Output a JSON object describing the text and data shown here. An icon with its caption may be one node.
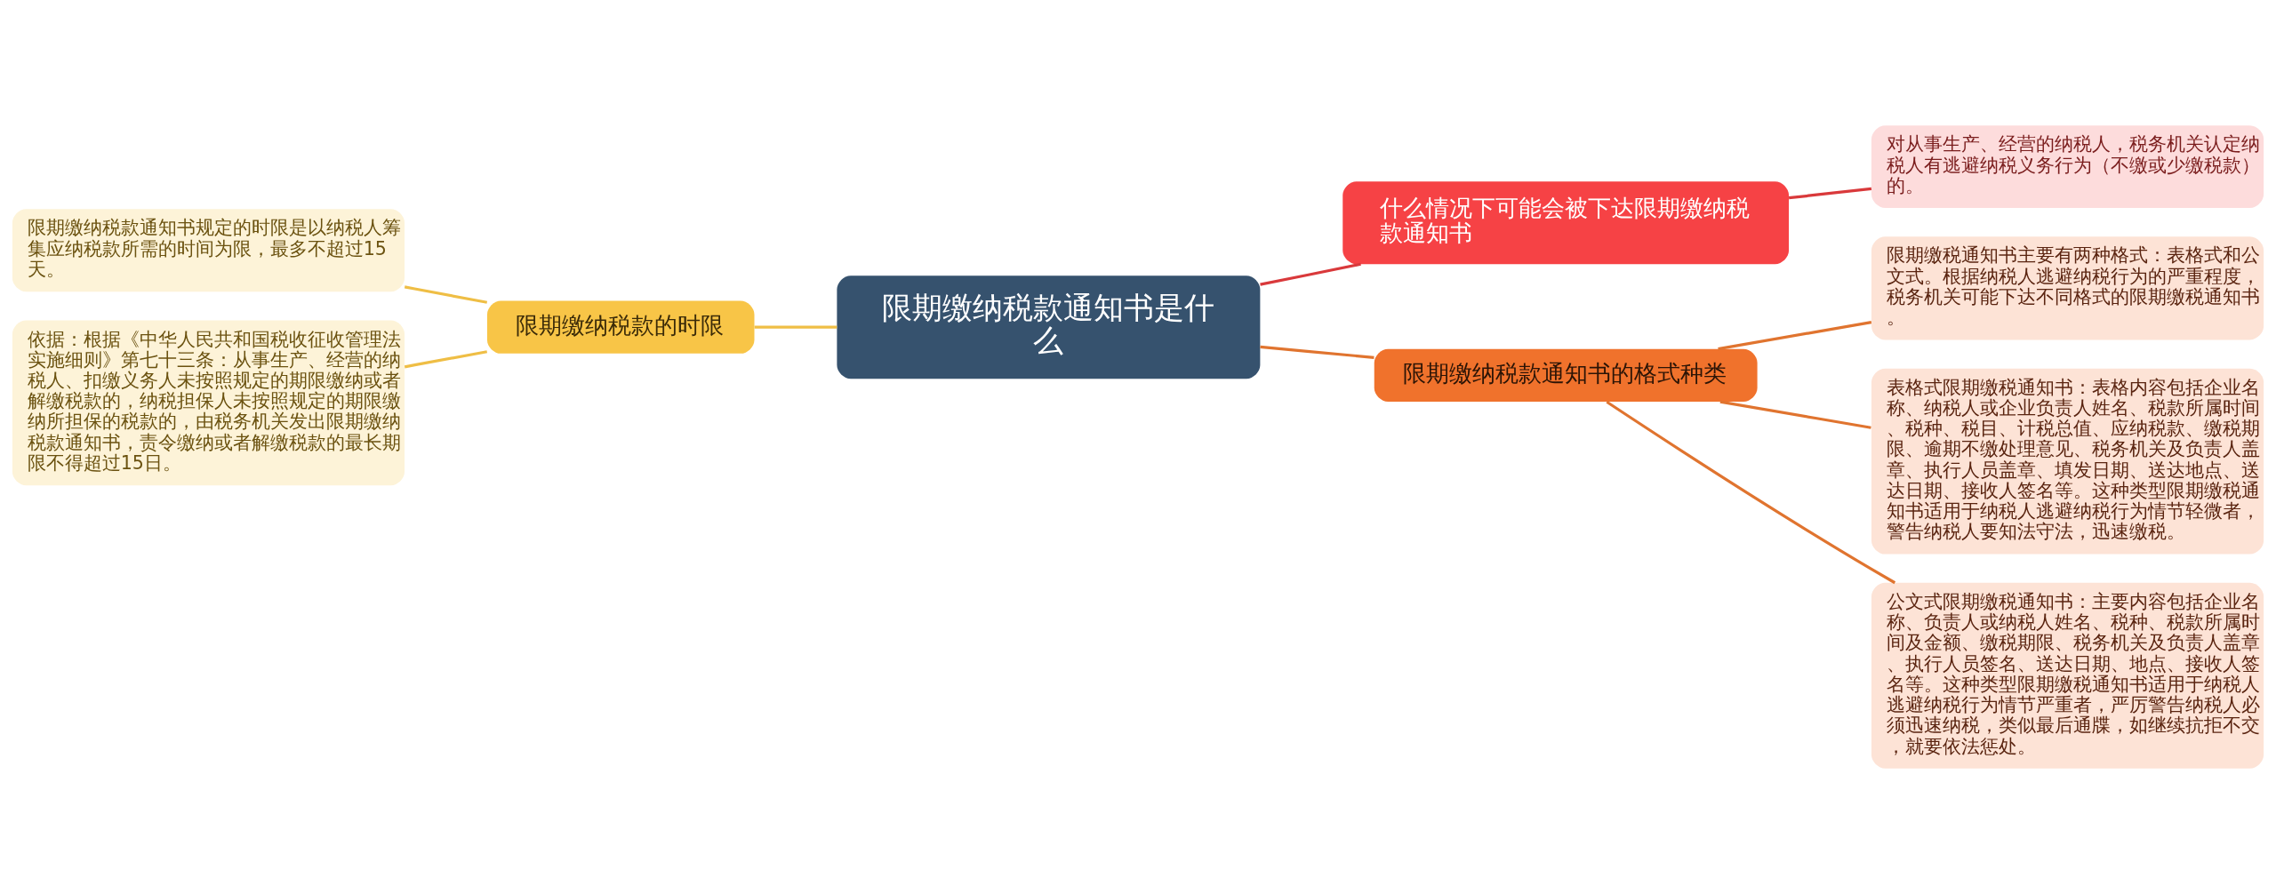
{
  "diagram": {
    "nodes": [
      {
        "text": [
          "限期缴纳税款通知书是什么"
        ]
      },
      {
        "text": [
          "什么情况下可能会被下达限期缴纳税款通知书"
        ]
      },
      {
        "text": [
          "对从事生产、经营的纳税人，税务机关认定纳税人有逃避纳税义务行为（不缴或少缴税款）的。"
        ]
      },
      {
        "text": [
          "限期缴纳税款通知书的格式种类"
        ]
      },
      {
        "text": [
          "限期缴税通知书主要有两种格式：表格式和公文式。根据纳税人逃避纳税行为的严重程度，税务机关可能下达不同格式的限期缴税通知书。"
        ]
      },
      {
        "text": [
          "表格式限期缴税通知书：表格内容包括企业名称、纳税人或企业负责人姓名、税款所属时间、税种、税目、计税总值、应纳税款、缴税期限、逾期不缴处理意见、税务机关及负责人盖章、执行人员盖章、填发日期、送达地点、送达日期、接收人签名等。这种类型限期缴税通知书适用于纳税人逃避纳税行为情节轻微者，警告纳税人要知法守法，迅速缴税。"
        ]
      },
      {
        "text": [
          "公文式限期缴税通知书：主要内容包括企业名称、负责人或纳税人姓名、税种、税款所属时间及金额、缴税期限、税务机关及负责人盖章、执行人员签名、送达日期、地点、接收人签名等。这种类型限期缴税通知书适用于纳税人逃避纳税行为情节严重者，严厉警告纳税人必须迅速纳税，类似最后通牒，如继续抗拒不交，就要依法惩处。"
        ]
      },
      {
        "text": [
          "限期缴纳税款的时限"
        ]
      },
      {
        "text": [
          "限期缴纳税款通知书规定的时限是以纳税人筹集应纳税款所需的时间为限，最多不超过15天。"
        ]
      },
      {
        "text": [
          "依据：根据《中华人民共和国税收征收管理法实施细则》第七十三条：从事生产、经营的纳税人、扣缴义务人未按照规定的期限缴纳或者解缴税款的，纳税担保人未按照规定的期限缴纳所担保的税款的，由税务机关发出限期缴纳税款通知书，责令缴纳或者解缴税款的最长期限不得超过15日。"
        ]
      }
    ],
    "edges": [
      {
        "from": 0,
        "to": 1,
        "arrow": "none",
        "color": "#d9393b"
      },
      {
        "from": 1,
        "to": 2,
        "arrow": "none",
        "color": "#d9393b"
      },
      {
        "from": 0,
        "to": 3,
        "arrow": "none"
      },
      {
        "from": 3,
        "to": 4,
        "arrow": "none"
      },
      {
        "from": 3,
        "to": 5,
        "arrow": "none"
      },
      {
        "from": 3,
        "to": 6,
        "arrow": "none"
      },
      {
        "from": 7,
        "to": 0,
        "arrow": "none",
        "color": "#efbe45"
      },
      {
        "from": 8,
        "to": 7,
        "arrow": "none",
        "color": "#efbe45"
      },
      {
        "from": 9,
        "to": 7,
        "arrow": "none",
        "color": "#efbe45"
      }
    ]
  }
}
